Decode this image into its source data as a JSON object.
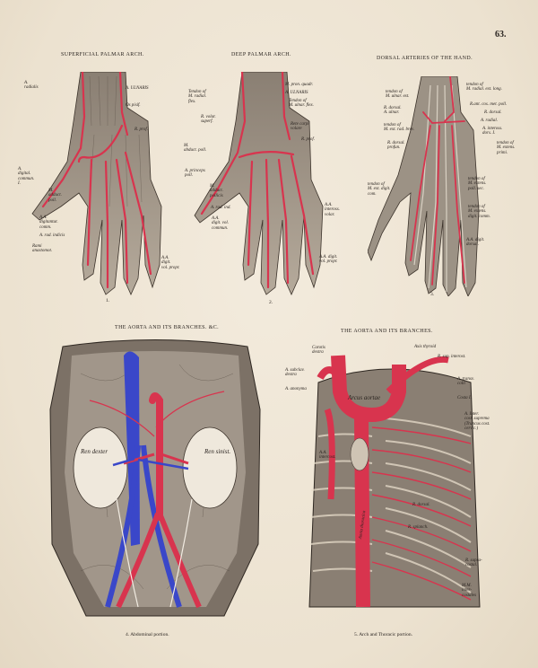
{
  "page_number": "63.",
  "colors": {
    "artery": "#d8344e",
    "vein": "#3a47c9",
    "paper": "#efe6d6",
    "ink": "#2a2420"
  },
  "titles": {
    "superficial": "SUPERFICIAL PALMAR ARCH.",
    "deep": "DEEP PALMAR ARCH.",
    "dorsal": "DORSAL ARTERIES OF THE HAND.",
    "aorta_abdominal": "THE AORTA AND ITS BRANCHES. &c.",
    "aorta_thoracic": "THE AORTA AND ITS BRANCHES."
  },
  "figure_numbers": {
    "f1": "1.",
    "f2": "2.",
    "f3": "3."
  },
  "captions": {
    "c4": "4. Abdominal portion.",
    "c5": "5. Arch and Thoracic portion."
  },
  "labels_fig1": {
    "a": "A.\nradialis",
    "b": "A. ULNARIS",
    "c": "Os pisif.",
    "d": "R. prof.",
    "e": "A.\ndigital.\ncommun.\nI.",
    "f": "M.\nadduct.\npoll.",
    "g": "A.A.\ndigitantur.\ncomm.",
    "h": "A. rad. indicis",
    "i": "Rami\nanastomot.",
    "j": "A.A.\ndigit.\nvol. propr."
  },
  "labels_fig2": {
    "a": "Tendon of\nM. radial.\nflex.",
    "b": "M. pron. quadr.",
    "c": "A. ULNARIS",
    "d": "Tendon of\nM. ulnar. flex.",
    "e": "R. volar.\nsuperf.",
    "f": "Rete carpi\nvolare",
    "g": "R. prof.",
    "h": "M.\nabduct. poll.",
    "i": "A. princeps\npoll.",
    "j": "M.\nadduct.\npollicis",
    "k": "A. rad. ind.",
    "l": "A.A.\ndigit. vol.\ncommun.",
    "m": "A.A.\ninteross.\nvolar.",
    "n": "A.A. digit.\nvol. propr."
  },
  "labels_fig3": {
    "a": "tendon of\nM. ulnar. ext.",
    "b": "tendon of\nM. radial. ext. long.",
    "c": "R. dorsal.\nA. ulnar.",
    "d": "R.ant. cos. met. poll.",
    "e": "R. dorsal.",
    "f": "A. radial.",
    "g": "tendon of\nM. ext. rad. brev.",
    "h": "A. inteross.\ndors. I.",
    "i": "R. dorsal.\nprofun.",
    "j": "tendon of\nM. extens.\nprimi.",
    "k": "tendon of\nM. ext. digit.\ncom.",
    "l": "tendon of\nM. extens.\npoll. sec.",
    "m": "tendon of\nM. extens.\ndigit. comm.",
    "n": "A.A. digit.\ndorsal."
  },
  "labels_fig4": {
    "a": "Ren\ndexter",
    "b": "Ren\nsinist."
  },
  "labels_fig5": {
    "a": "Carotis\ndextra",
    "b": "Axis thyroid",
    "c": "R. sup. interost.",
    "d": "A. subclav.\ndextra",
    "e": "A. anonyma",
    "f": "A. transv.\ncolli",
    "g": "Arcus\naortae",
    "h": "Costa I.",
    "i": "A. Inter.\ncost. suprema\n(Truncus cost.\ncervic.)",
    "j": "A.A.\nintercost.",
    "k": "R. supra-\ncostal.",
    "l": "M.M.\ninter-\ncostales",
    "m": "Aorta thoracica",
    "n": "R. dorsal.",
    "o": "R. splanch."
  }
}
